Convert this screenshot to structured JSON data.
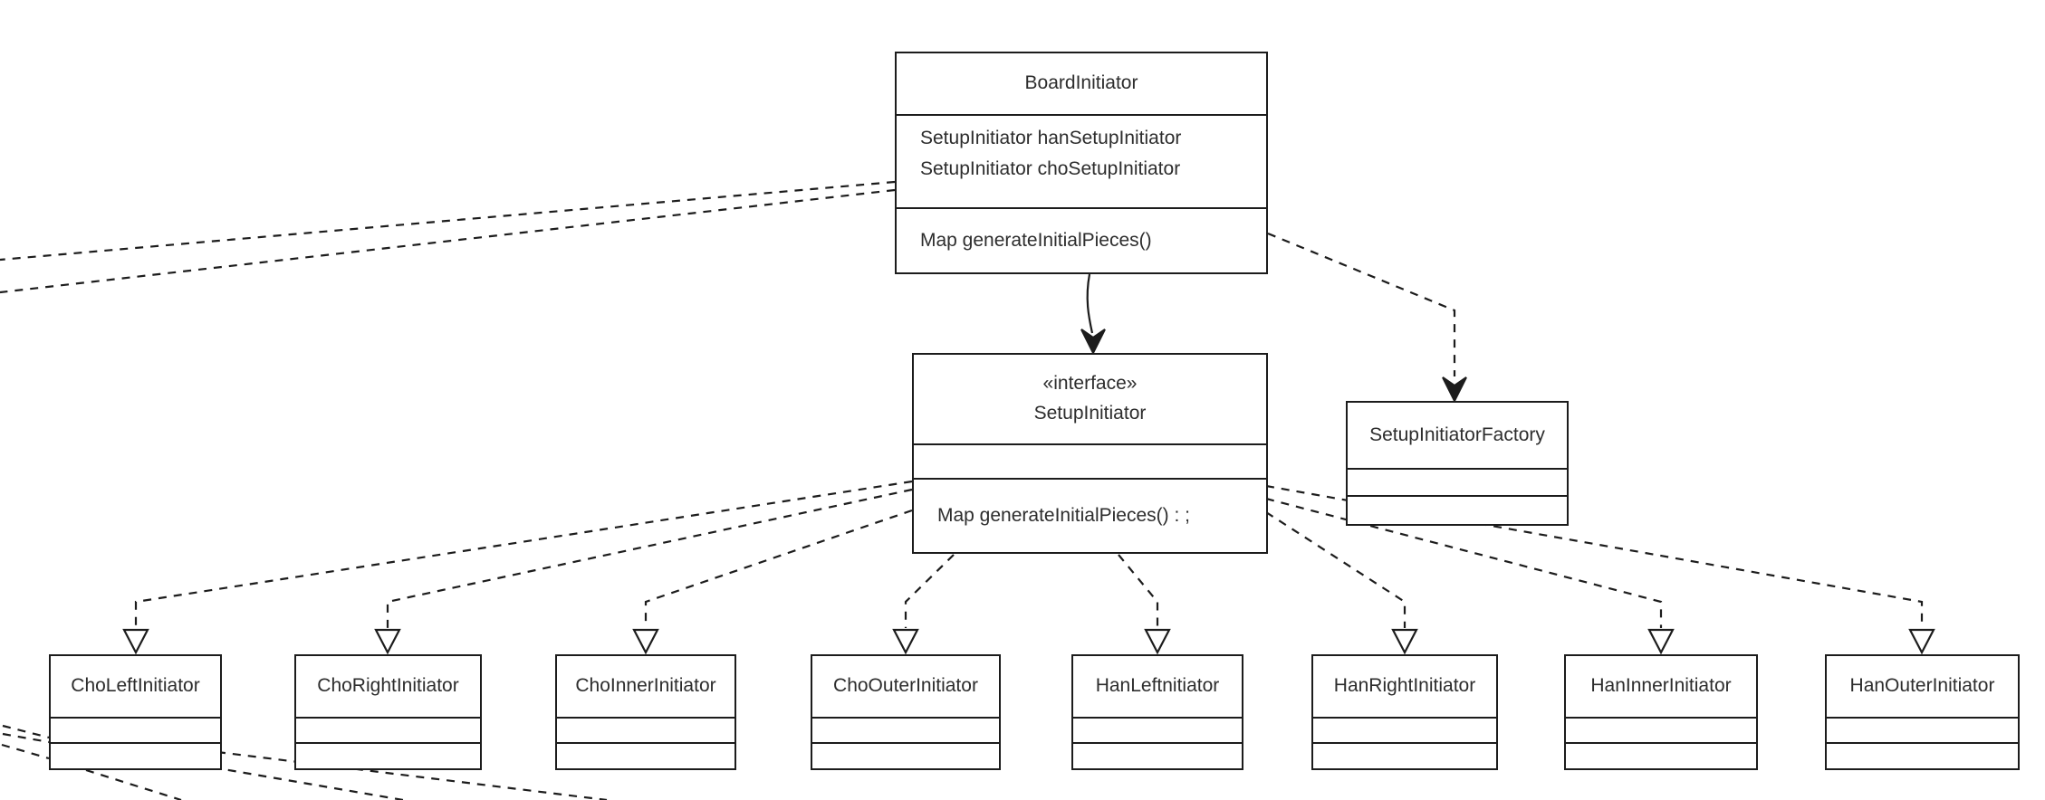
{
  "diagram": {
    "type": "uml-class-diagram",
    "background_color": "#ffffff",
    "stroke_color": "#1c1c1c",
    "text_color": "#2d2d2d",
    "classes": [
      {
        "name": "BoardInitiator",
        "stereotype": "",
        "attributes": [
          "SetupInitiator hanSetupInitiator",
          "SetupInitiator choSetupInitiator"
        ],
        "methods": [
          "Map generateInitialPieces()"
        ]
      },
      {
        "name": "SetupInitiator",
        "stereotype": "«interface»",
        "attributes": [],
        "methods": [
          "Map generateInitialPieces() : ;"
        ]
      },
      {
        "name": "SetupInitiatorFactory",
        "stereotype": "",
        "attributes": [],
        "methods": []
      },
      {
        "name": "ChoLeftInitiator",
        "stereotype": "",
        "attributes": [],
        "methods": []
      },
      {
        "name": "ChoRightInitiator",
        "stereotype": "",
        "attributes": [],
        "methods": []
      },
      {
        "name": "ChoInnerInitiator",
        "stereotype": "",
        "attributes": [],
        "methods": []
      },
      {
        "name": "ChoOuterInitiator",
        "stereotype": "",
        "attributes": [],
        "methods": []
      },
      {
        "name": "HanLeftnitiator",
        "stereotype": "",
        "attributes": [],
        "methods": []
      },
      {
        "name": "HanRightInitiator",
        "stereotype": "",
        "attributes": [],
        "methods": []
      },
      {
        "name": "HanInnerInitiator",
        "stereotype": "",
        "attributes": [],
        "methods": []
      },
      {
        "name": "HanOuterInitiator",
        "stereotype": "",
        "attributes": [],
        "methods": []
      }
    ],
    "relations": [
      {
        "from": "BoardInitiator",
        "to": "SetupInitiator",
        "style": "solid",
        "arrowhead": "filled-vee"
      },
      {
        "from": "BoardInitiator",
        "to": "SetupInitiatorFactory",
        "style": "dashed",
        "arrowhead": "filled-vee"
      },
      {
        "from": "SetupInitiator",
        "to": "ChoLeftInitiator",
        "style": "dashed",
        "arrowhead": "hollow-triangle"
      },
      {
        "from": "SetupInitiator",
        "to": "ChoRightInitiator",
        "style": "dashed",
        "arrowhead": "hollow-triangle"
      },
      {
        "from": "SetupInitiator",
        "to": "ChoInnerInitiator",
        "style": "dashed",
        "arrowhead": "hollow-triangle"
      },
      {
        "from": "SetupInitiator",
        "to": "ChoOuterInitiator",
        "style": "dashed",
        "arrowhead": "hollow-triangle"
      },
      {
        "from": "SetupInitiator",
        "to": "HanLeftnitiator",
        "style": "dashed",
        "arrowhead": "hollow-triangle"
      },
      {
        "from": "SetupInitiator",
        "to": "HanRightInitiator",
        "style": "dashed",
        "arrowhead": "hollow-triangle"
      },
      {
        "from": "SetupInitiator",
        "to": "HanInnerInitiator",
        "style": "dashed",
        "arrowhead": "hollow-triangle"
      },
      {
        "from": "SetupInitiator",
        "to": "HanOuterInitiator",
        "style": "dashed",
        "arrowhead": "hollow-triangle"
      },
      {
        "from": "BoardInitiator",
        "to": "off-canvas-left",
        "style": "dashed",
        "arrowhead": "none",
        "count": 2
      }
    ]
  }
}
